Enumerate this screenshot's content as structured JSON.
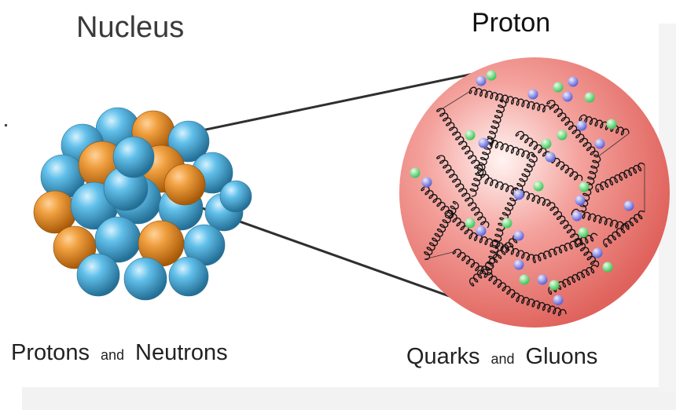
{
  "nucleus": {
    "title": "Nucleus",
    "caption_part1": "Protons",
    "caption_connector": "and",
    "caption_part2": "Neutrons"
  },
  "proton": {
    "title": "Proton",
    "caption_part1": "Quarks",
    "caption_connector": "and",
    "caption_part2": "Gluons"
  },
  "colors": {
    "proton_ball": "#e08a1e",
    "neutron_ball": "#5bb6e0",
    "proton_sphere": "#e86f6a",
    "quark_green": "#6fe07a",
    "quark_purple": "#8a8cf0",
    "gluon": "#111111"
  }
}
